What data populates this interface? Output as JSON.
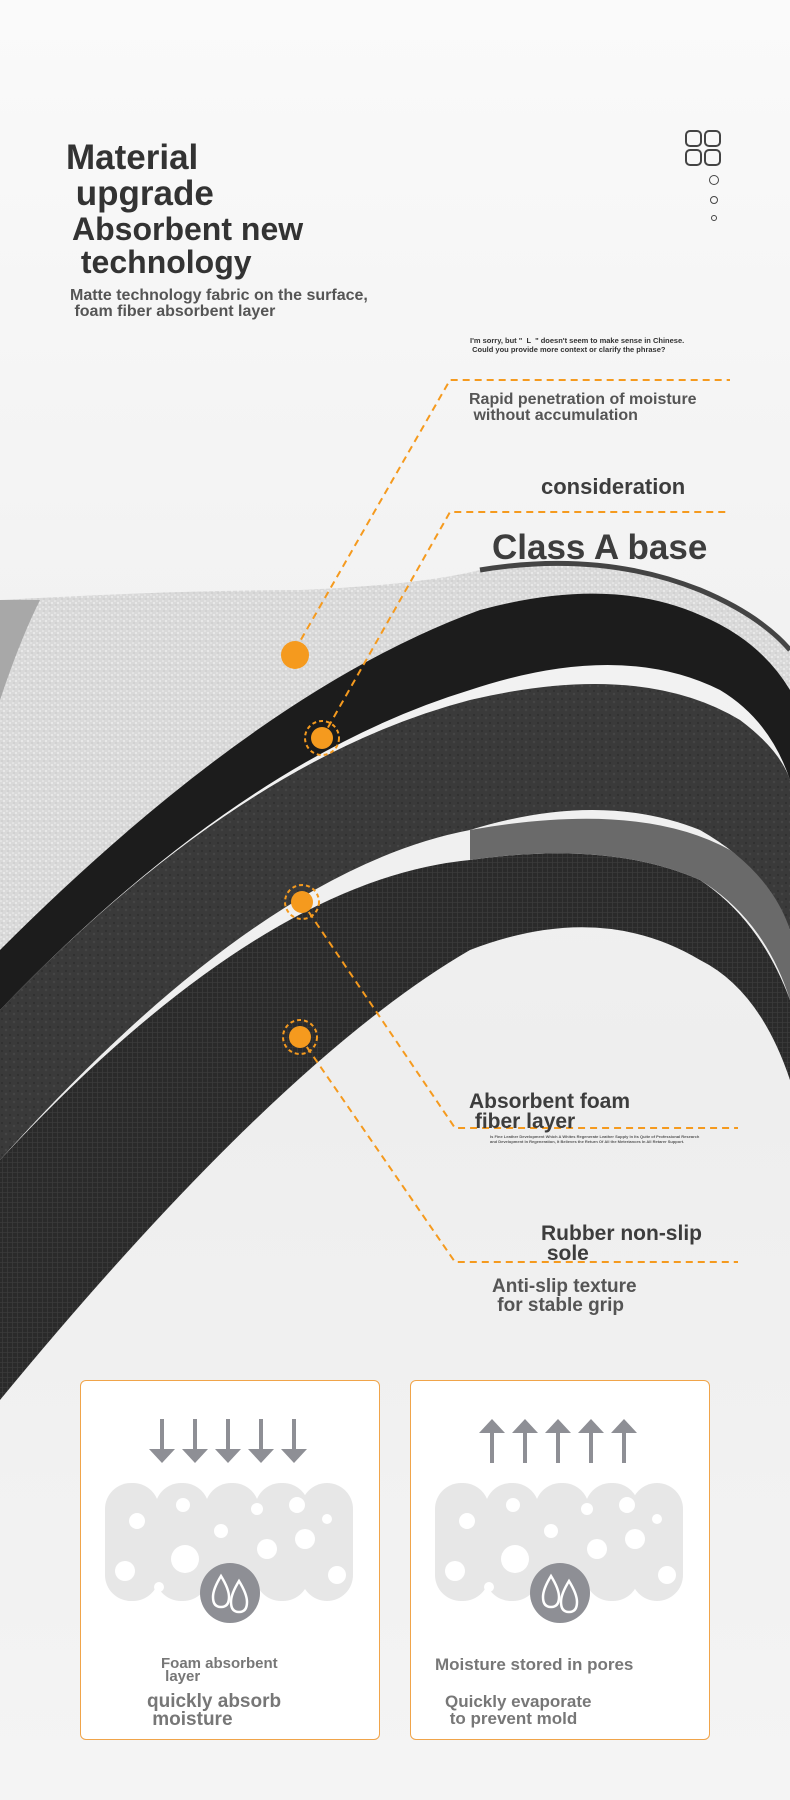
{
  "header": {
    "title": "Material\n upgrade",
    "subtitle": "Absorbent new\n technology",
    "description": "Matte technology fabric on the surface,\n foam fiber absorbent layer"
  },
  "nav": {
    "menu_icon": "grid-menu-icon"
  },
  "callouts": {
    "note_small": "I'm sorry, but \"  L  \" doesn't seem to make sense in Chinese.\n Could you provide more context or clarify the phrase?",
    "layer1_desc": "Rapid penetration of moisture\n without accumulation",
    "layer2_title": "consideration",
    "layer2_big": "Class A base",
    "layer3_title": "Absorbent foam\n fiber layer",
    "layer3_fine": "Is Fine Leather Development Which A Whites Regenerate Leather Supply In Its Quite of Professional Research\nand Development In Regeneration, It Believes the Return Of All the Meteriances In All Retarer Support.",
    "layer4_title": "Rubber non-slip\n sole",
    "layer4_desc": "Anti-slip texture\n for stable grip"
  },
  "cards": [
    {
      "arrow_direction": "down",
      "icon": "water-drops-icon",
      "caption1": "Foam absorbent\n layer",
      "caption2": "quickly absorb\n moisture"
    },
    {
      "arrow_direction": "up",
      "icon": "water-drops-icon",
      "caption1": "Moisture stored in pores",
      "caption2": "Quickly evaporate\n to prevent mold"
    }
  ],
  "colors": {
    "accent": "#f59a1e",
    "text": "#3d3d3d",
    "card_border": "#f0a44a",
    "icon_gray": "#8e8f95"
  }
}
